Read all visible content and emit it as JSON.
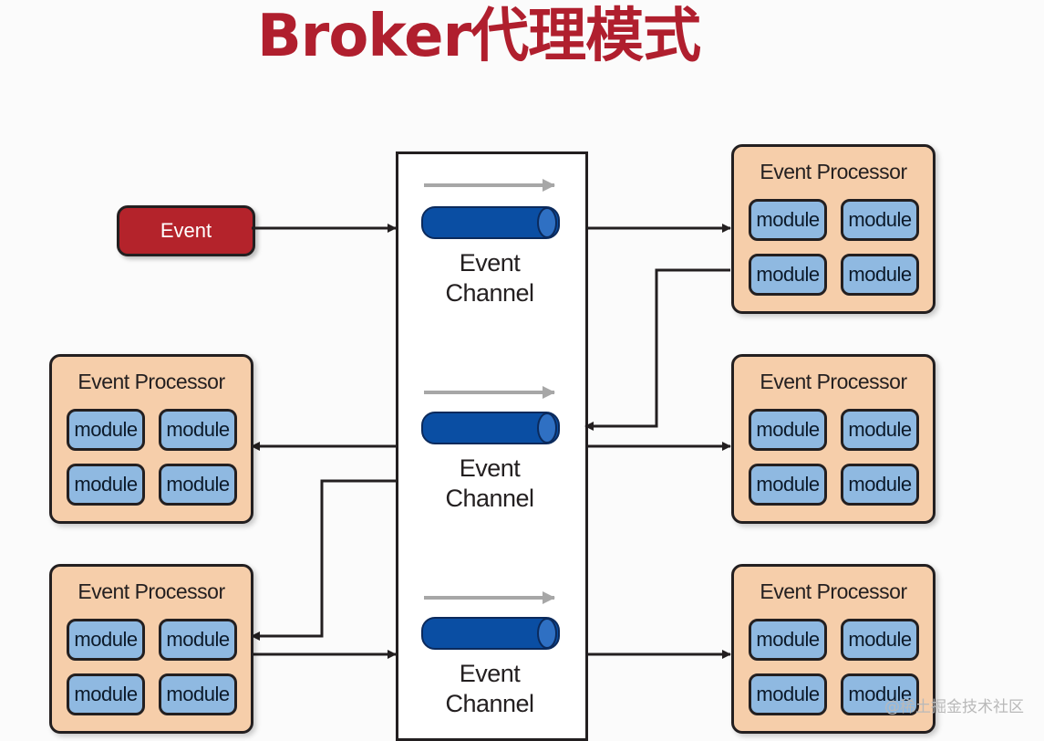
{
  "title": "Broker代理模式",
  "event": {
    "label": "Event"
  },
  "channel_label_line1": "Event",
  "channel_label_line2": "Channel",
  "processor_title": "Event Processor",
  "module_label": "module",
  "watermark": "@稀土掘金技术社区",
  "colors": {
    "title": "#b01f2e",
    "event_fill": "#b4232b",
    "processor_fill": "#f6ceaa",
    "module_fill": "#8fb9e1",
    "channel_fill": "#0a4ea3",
    "flow_arrow": "#a7a7a7",
    "outline": "#231f20"
  }
}
